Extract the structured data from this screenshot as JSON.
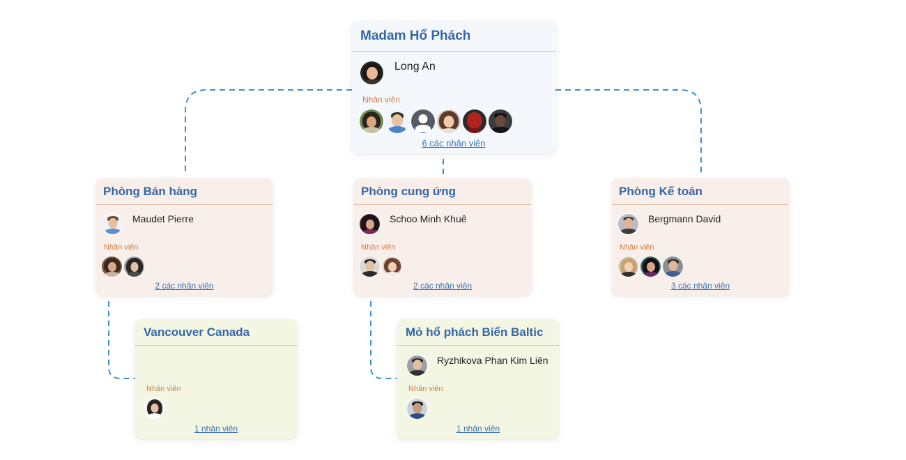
{
  "nodes": {
    "root": {
      "title": "Madam Hổ Phách",
      "manager_name": "Long An",
      "staff_label": "Nhân viên",
      "staff_count": "6 các nhân viên",
      "avatars": [
        "woman-avatar",
        "man-glasses-avatar",
        "default-user-icon",
        "woman-avatar",
        "hero-mask-avatar",
        "man-dark-avatar"
      ]
    },
    "sales": {
      "title": "Phòng Bán hàng",
      "manager_name": "Maudet Pierre",
      "staff_label": "Nhân viên",
      "staff_count": "2 các nhân viên",
      "avatars": [
        "woman-avatar",
        "woman-avatar"
      ]
    },
    "supply": {
      "title": "Phòng cung ứng",
      "manager_name": "Schoo Minh Khuê",
      "staff_label": "Nhân viên",
      "staff_count": "2 các nhân viên",
      "avatars": [
        "man-avatar",
        "woman-avatar"
      ]
    },
    "accounting": {
      "title": "Phòng Kế toán",
      "manager_name": "Bergmann David",
      "staff_label": "Nhân viên",
      "staff_count": "3 các nhân viên",
      "avatars": [
        "woman-avatar",
        "woman-avatar",
        "man-avatar"
      ]
    },
    "vancouver": {
      "title": "Vancouver Canada",
      "staff_label": "Nhân viên",
      "staff_count": "1 nhân viên",
      "avatars": [
        "woman-avatar"
      ]
    },
    "baltic": {
      "title": "Mỏ hổ phách Biển Baltic",
      "manager_name": "Ryzhikova Phan Kim Liên",
      "staff_label": "Nhân viên",
      "staff_count": "1 nhân viên",
      "avatars": [
        "man-glasses-avatar"
      ]
    }
  },
  "colors": {
    "connector": "#3b8fd0",
    "title": "#3566a8",
    "staff_label": "#cf7c45",
    "link": "#3c6fae",
    "root_bg": "#f4f8fc",
    "department_bg": "#f8eeea",
    "location_bg": "#f2f6e2"
  }
}
